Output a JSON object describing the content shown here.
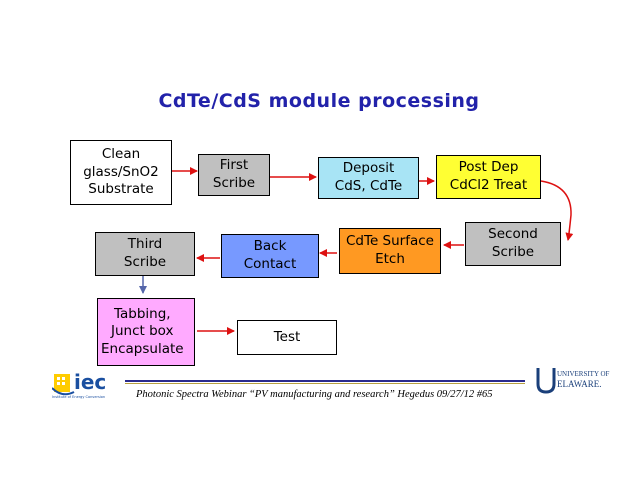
{
  "title": "CdTe/CdS module processing",
  "boxes": {
    "clean": "Clean\nglass/SnO2\nSubstrate",
    "first_scribe": "First\nScribe",
    "deposit": "Deposit\nCdS, CdTe",
    "post_dep": "Post Dep\nCdCl2 Treat",
    "second_scribe": "Second\nScribe",
    "surface_etch": "CdTe Surface\nEtch",
    "back_contact": "Back\nContact",
    "third_scribe": "Third\nScribe",
    "tabbing": "Tabbing,\nJunct box\nEncapsulate",
    "test": "Test"
  },
  "colors": {
    "title": "#2222aa",
    "deposit_fill": "#a8e4f5",
    "post_dep_fill": "#ffff33",
    "second_scribe_fill": "#c0c0c0",
    "surface_etch_fill": "#ff9922",
    "back_contact_fill": "#7799ff",
    "third_scribe_fill": "#c0c0c0",
    "tabbing_fill": "#ffaaff",
    "arrow": "#dd1111"
  },
  "footer": {
    "text": "Photonic Spectra Webinar “PV manufacturing and research” Hegedus 09/27/12  #65",
    "logo_left": "iec",
    "logo_left_sub": "Institute of Energy Conversion",
    "logo_right_line1": "UNIVERSITY OF",
    "logo_right_line2": "ELAWARE."
  }
}
